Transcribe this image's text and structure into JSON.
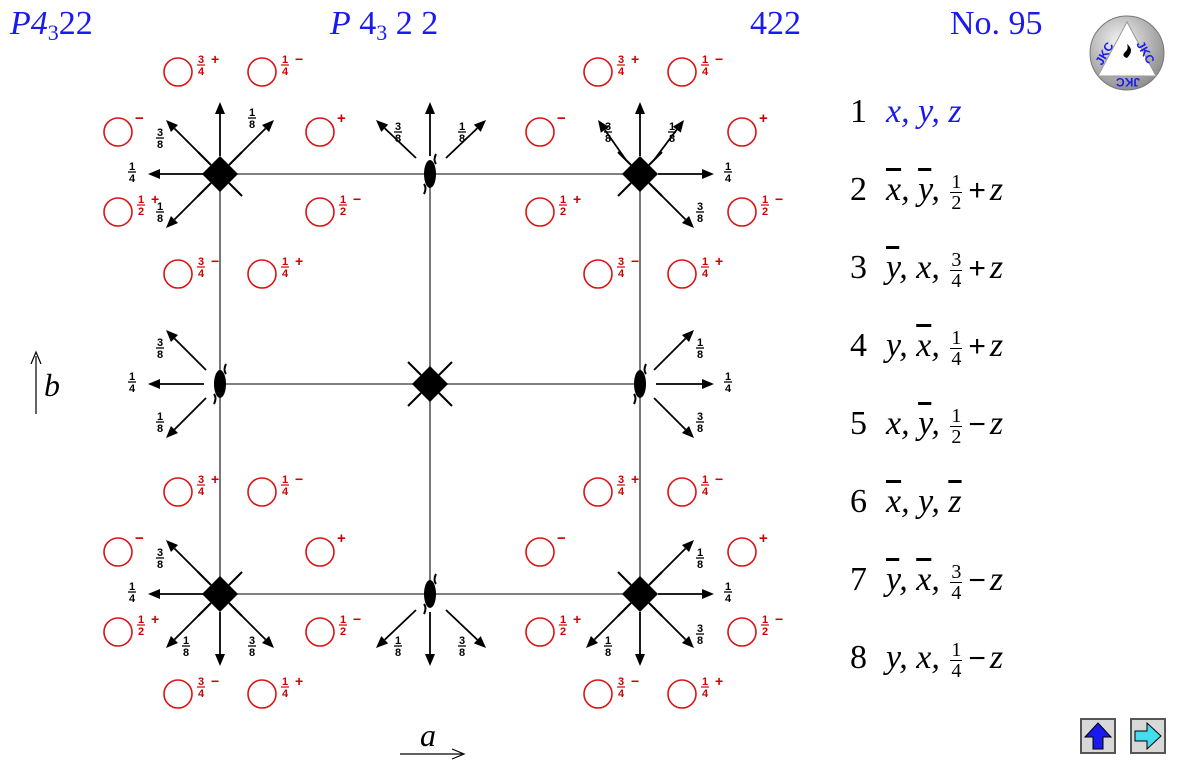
{
  "header": {
    "symbol_short_main": "P4",
    "symbol_short_sub": "3",
    "symbol_short_tail": "22",
    "symbol_full_p": "P",
    "symbol_full_main": "4",
    "symbol_full_sub": "3",
    "symbol_full_tail": "2 2",
    "point_group": "422",
    "number": "No. 95"
  },
  "axes": {
    "a_label": "a",
    "b_label": "b"
  },
  "positions": [
    {
      "index": "1",
      "parts": [
        {
          "t": "x"
        },
        {
          "t": ", "
        },
        {
          "t": "y"
        },
        {
          "t": ", "
        },
        {
          "t": "z"
        }
      ]
    },
    {
      "index": "2",
      "parts": [
        {
          "t": "x",
          "bar": true
        },
        {
          "t": ", "
        },
        {
          "t": "y",
          "bar": true
        },
        {
          "t": ", "
        },
        {
          "f": [
            "1",
            "2"
          ]
        },
        {
          "op": "+"
        },
        {
          "t": "z"
        }
      ]
    },
    {
      "index": "3",
      "parts": [
        {
          "t": "y",
          "bar": true
        },
        {
          "t": ", "
        },
        {
          "t": "x"
        },
        {
          "t": ", "
        },
        {
          "f": [
            "3",
            "4"
          ]
        },
        {
          "op": "+"
        },
        {
          "t": "z"
        }
      ]
    },
    {
      "index": "4",
      "parts": [
        {
          "t": "y"
        },
        {
          "t": ", "
        },
        {
          "t": "x",
          "bar": true
        },
        {
          "t": ", "
        },
        {
          "f": [
            "1",
            "4"
          ]
        },
        {
          "op": "+"
        },
        {
          "t": "z"
        }
      ]
    },
    {
      "index": "5",
      "parts": [
        {
          "t": "x"
        },
        {
          "t": ", "
        },
        {
          "t": "y",
          "bar": true
        },
        {
          "t": ", "
        },
        {
          "f": [
            "1",
            "2"
          ]
        },
        {
          "op": "−"
        },
        {
          "t": "z"
        }
      ]
    },
    {
      "index": "6",
      "parts": [
        {
          "t": "x",
          "bar": true
        },
        {
          "t": ", "
        },
        {
          "t": "y"
        },
        {
          "t": ", "
        },
        {
          "t": "z",
          "bar": true
        }
      ]
    },
    {
      "index": "7",
      "parts": [
        {
          "t": "y",
          "bar": true
        },
        {
          "t": ", "
        },
        {
          "t": "x",
          "bar": true
        },
        {
          "t": ", "
        },
        {
          "f": [
            "3",
            "4"
          ]
        },
        {
          "op": "−"
        },
        {
          "t": "z"
        }
      ]
    },
    {
      "index": "8",
      "parts": [
        {
          "t": "y"
        },
        {
          "t": ", "
        },
        {
          "t": "x"
        },
        {
          "t": ", "
        },
        {
          "f": [
            "1",
            "4"
          ]
        },
        {
          "op": "−"
        },
        {
          "t": "z"
        }
      ]
    }
  ],
  "diagram": {
    "colors": {
      "position_circle": "#dd1111",
      "cell_line": "#555555",
      "symbol": "#000000",
      "header_text": "#1a1aee"
    },
    "general_positions": [
      {
        "col": 0,
        "row": 0,
        "frac": "3/4",
        "sign": "+"
      },
      {
        "col": 1,
        "row": 0,
        "frac": "1/4",
        "sign": "−"
      },
      {
        "col": 5,
        "row": 0,
        "frac": "3/4",
        "sign": "+"
      },
      {
        "col": 6,
        "row": 0,
        "frac": "1/4",
        "sign": "−"
      },
      {
        "col": "L",
        "row": 1,
        "frac": "",
        "sign": "−"
      },
      {
        "col": 2,
        "row": 1,
        "frac": "",
        "sign": "+"
      },
      {
        "col": 4,
        "row": 1,
        "frac": "",
        "sign": "−"
      },
      {
        "col": "R",
        "row": 1,
        "frac": "",
        "sign": "+"
      },
      {
        "col": "L",
        "row": 2,
        "frac": "1/2",
        "sign": "+"
      },
      {
        "col": 2,
        "row": 2,
        "frac": "1/2",
        "sign": "−"
      },
      {
        "col": 4,
        "row": 2,
        "frac": "1/2",
        "sign": "+"
      },
      {
        "col": "R",
        "row": 2,
        "frac": "1/2",
        "sign": "−"
      },
      {
        "col": 0,
        "row": 3,
        "frac": "3/4",
        "sign": "−"
      },
      {
        "col": 1,
        "row": 3,
        "frac": "1/4",
        "sign": "+"
      },
      {
        "col": 5,
        "row": 3,
        "frac": "3/4",
        "sign": "−"
      },
      {
        "col": 6,
        "row": 3,
        "frac": "1/4",
        "sign": "+"
      },
      {
        "col": 0,
        "row": 4,
        "frac": "3/4",
        "sign": "+"
      },
      {
        "col": 1,
        "row": 4,
        "frac": "1/4",
        "sign": "−"
      },
      {
        "col": 5,
        "row": 4,
        "frac": "3/4",
        "sign": "+"
      },
      {
        "col": 6,
        "row": 4,
        "frac": "1/4",
        "sign": "−"
      },
      {
        "col": "L",
        "row": 5,
        "frac": "",
        "sign": "−"
      },
      {
        "col": 2,
        "row": 5,
        "frac": "",
        "sign": "+"
      },
      {
        "col": 4,
        "row": 5,
        "frac": "",
        "sign": "−"
      },
      {
        "col": "R",
        "row": 5,
        "frac": "",
        "sign": "+"
      },
      {
        "col": "L",
        "row": 6,
        "frac": "1/2",
        "sign": "+"
      },
      {
        "col": 2,
        "row": 6,
        "frac": "1/2",
        "sign": "−"
      },
      {
        "col": 4,
        "row": 6,
        "frac": "1/2",
        "sign": "+"
      },
      {
        "col": "R",
        "row": 6,
        "frac": "1/2",
        "sign": "−"
      },
      {
        "col": 0,
        "row": 7,
        "frac": "3/4",
        "sign": "−"
      },
      {
        "col": 1,
        "row": 7,
        "frac": "1/4",
        "sign": "+"
      },
      {
        "col": 5,
        "row": 7,
        "frac": "3/4",
        "sign": "−"
      },
      {
        "col": 6,
        "row": 7,
        "frac": "1/4",
        "sign": "+"
      }
    ],
    "axis_heights": {
      "left_top": [
        "3/8",
        "1/4",
        "1/8"
      ],
      "center_top": [
        "3/8",
        "1/8"
      ],
      "right_top": [
        "1/8",
        "1/4",
        "3/8"
      ],
      "left_mid": [
        "3/8",
        "1/4",
        "1/8"
      ],
      "right_mid": [
        "1/8",
        "1/4",
        "3/8"
      ],
      "left_bottom": [
        "3/8",
        "1/4",
        "1/8",
        "3/8"
      ],
      "center_bottom": [
        "1/8",
        "3/8"
      ],
      "right_bottom": [
        "1/8",
        "1/4",
        "1/8",
        "3/8"
      ]
    }
  }
}
